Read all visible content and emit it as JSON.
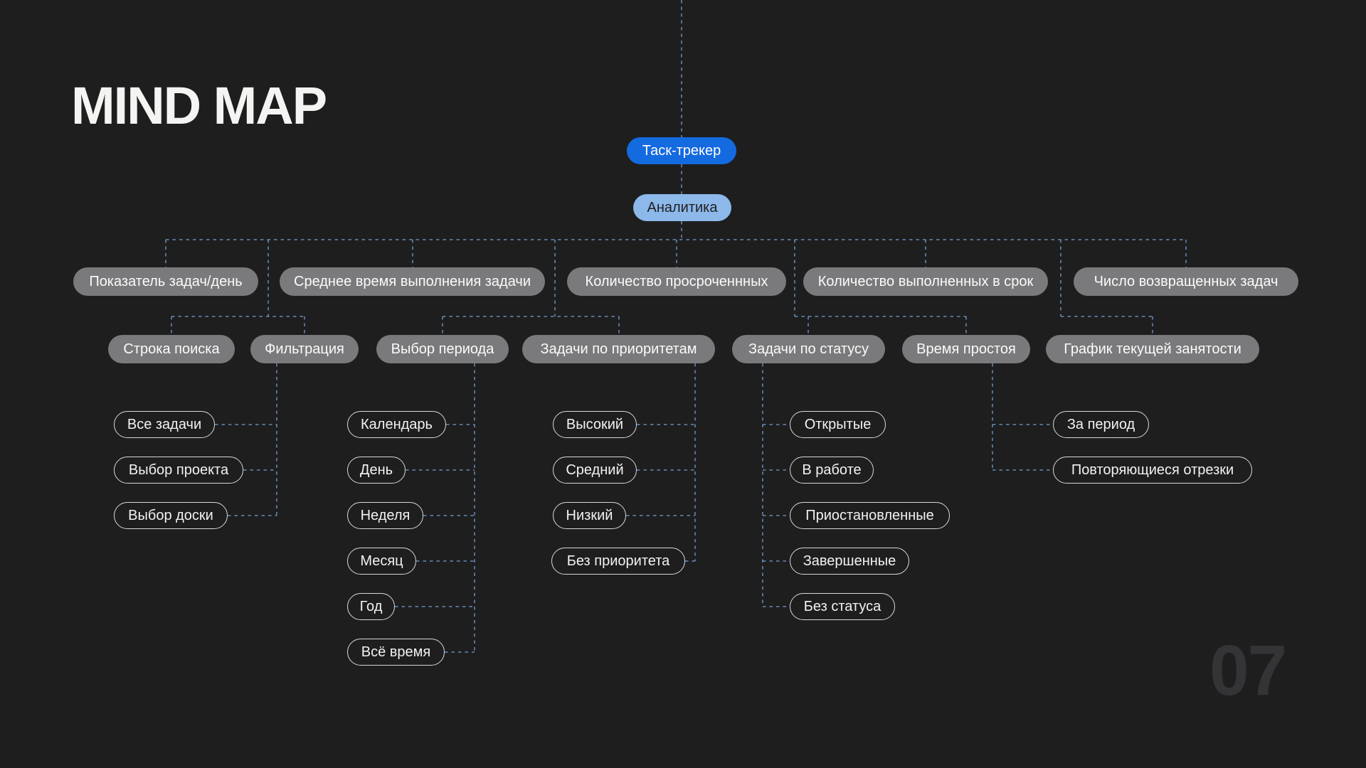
{
  "page": {
    "title": "MIND MAP",
    "page_number": "07"
  },
  "colors": {
    "background": "#1e1e1f",
    "root_node": "#146adf",
    "analytics_node": "#8cb8ea",
    "branch_node": "#7a7a7c",
    "leaf_border": "#d8d8d8",
    "connector": "#74a0cf",
    "title_text": "#f4f4f2",
    "page_number_text": "#343437"
  },
  "mindmap": {
    "root": "Таск-трекер",
    "analytics": "Аналитика",
    "metrics": [
      "Показатель задач/день",
      "Среднее время выполнения задачи",
      "Количество просроченнных",
      "Количество выполненных в срок",
      "Число возвращенных задач"
    ],
    "features": [
      "Строка поиска",
      "Фильтрация",
      "Выбор периода",
      "Задачи по приоритетам",
      "Задачи по статусу",
      "Время простоя",
      "График текущей занятости"
    ],
    "filter_options": [
      "Все задачи",
      "Выбор проекта",
      "Выбор доски"
    ],
    "period_options": [
      "Календарь",
      "День",
      "Неделя",
      "Месяц",
      "Год",
      "Всё время"
    ],
    "priority_options": [
      "Высокий",
      "Средний",
      "Низкий",
      "Без приоритета"
    ],
    "status_options": [
      "Открытые",
      "В работе",
      "Приостановленные",
      "Завершенные",
      "Без статуса"
    ],
    "chart_options": [
      "За период",
      "Повторяющиеся отрезки"
    ]
  }
}
